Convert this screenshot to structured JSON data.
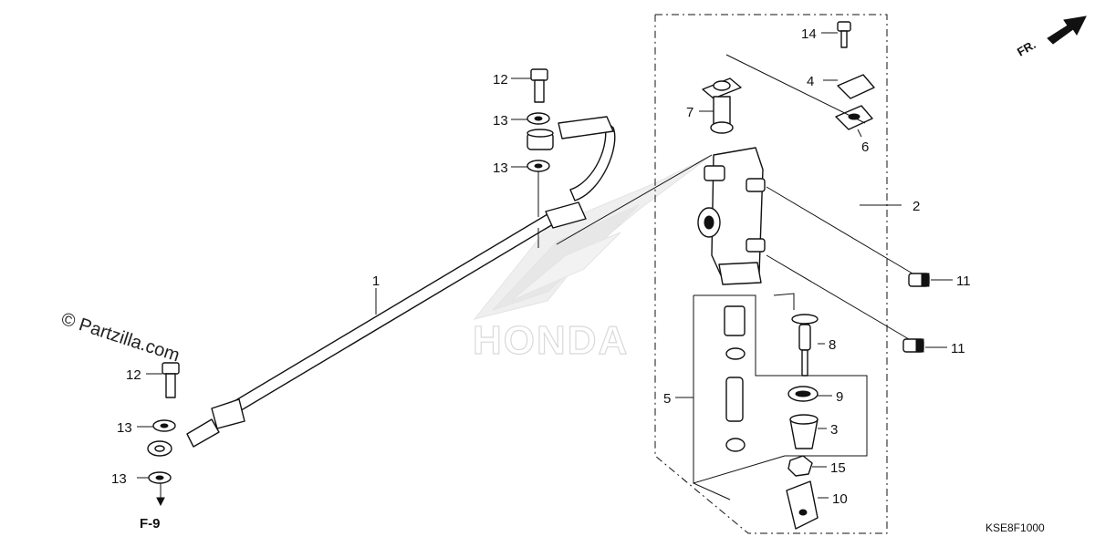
{
  "watermark": {
    "copyright": "© Partzilla.com",
    "brand_text": "HONDA"
  },
  "diagram_code": "KSE8F1000",
  "direction_label": "FR.",
  "reference_label": "F-9",
  "callouts": {
    "c1": "1",
    "c2": "2",
    "c3": "3",
    "c4": "4",
    "c5": "5",
    "c6": "6",
    "c7": "7",
    "c8": "8",
    "c9": "9",
    "c10": "10",
    "c11a": "11",
    "c11b": "11",
    "c12a": "12",
    "c12b": "12",
    "c13a": "13",
    "c13b": "13",
    "c13c": "13",
    "c13d": "13",
    "c14": "14",
    "c15": "15"
  }
}
